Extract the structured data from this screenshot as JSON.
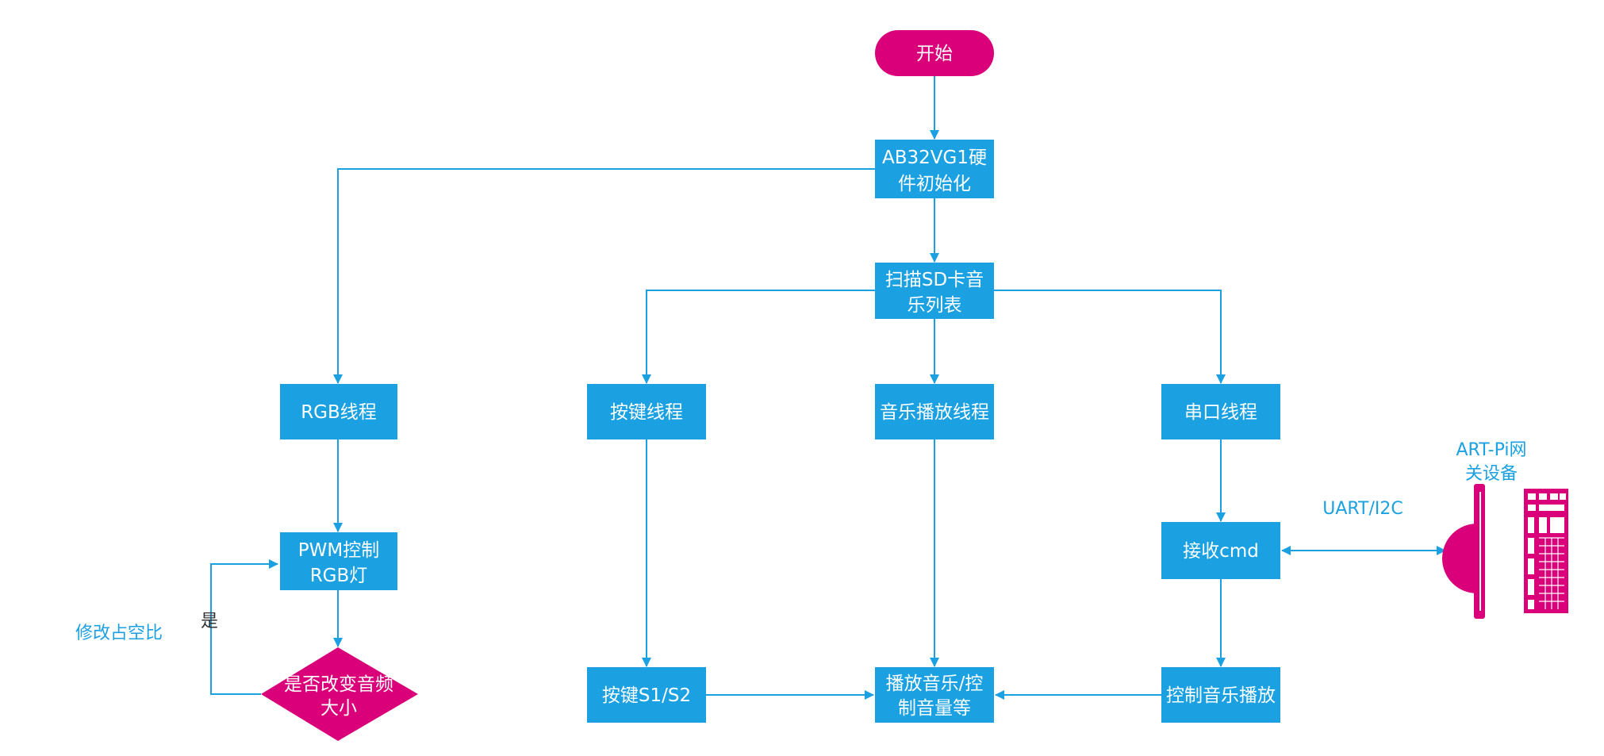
{
  "nodes": {
    "start": "开始",
    "init_l1": "AB32VG1硬",
    "init_l2": "件初始化",
    "scan_l1": "扫描SD卡音",
    "scan_l2": "乐列表",
    "rgb_thread": "RGB线程",
    "key_thread": "按键线程",
    "music_thread": "音乐播放线程",
    "uart_thread": "串口线程",
    "pwm_l1": "PWM控制",
    "pwm_l2": "RGB灯",
    "decision_l1": "是否改变音频",
    "decision_l2": "大小",
    "keys": "按键S1/S2",
    "play_l1": "播放音乐/控",
    "play_l2": "制音量等",
    "recv_cmd": "接收cmd",
    "control_play": "控制音乐播放"
  },
  "labels": {
    "yes": "是",
    "modify_duty": "修改占空比",
    "uart_i2c": "UART/I2C",
    "gateway_l1": "ART-Pi网",
    "gateway_l2": "关设备"
  },
  "colors": {
    "box": "#1ba1e2",
    "accent": "#d9007a",
    "text_on_box": "#ffffff"
  },
  "icons": {
    "gateway": "computer-icon"
  }
}
